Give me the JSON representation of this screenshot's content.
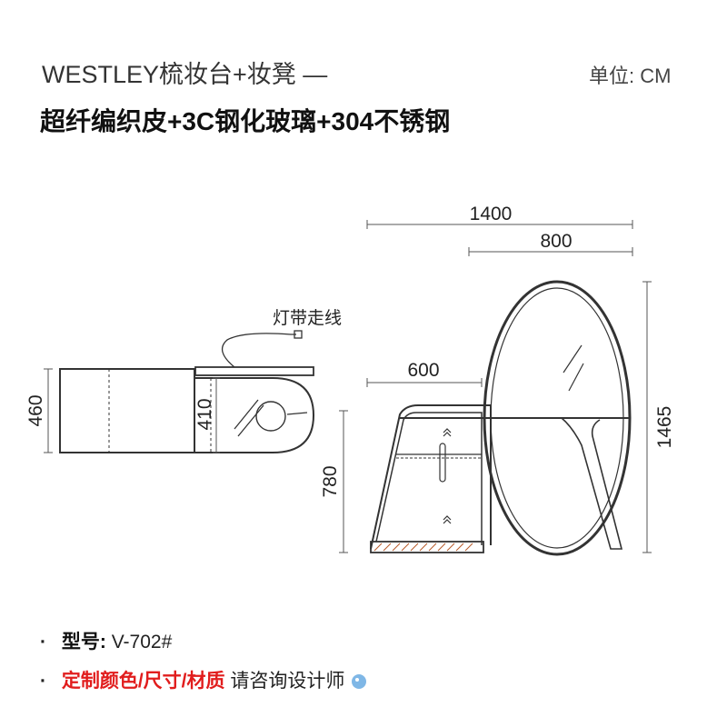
{
  "header": {
    "title": "WESTLEY梳妆台+妆凳 —",
    "unit": "单位: CM",
    "materials": "超纤编织皮+3C钢化玻璃+304不锈钢"
  },
  "dimensions": {
    "total_width": "1400",
    "mirror_width": "800",
    "desk_depth": "600",
    "total_height": "1465",
    "desk_height": "780",
    "stool_height": "460",
    "stool_inner_height": "410"
  },
  "annotations": {
    "light_wiring": "灯带走线"
  },
  "footer": {
    "bullet": "·",
    "model_label": "型号:",
    "model_value": "V-702#",
    "custom_highlight": "定制颜色/尺寸/材质",
    "custom_rest": "请咨询设计师",
    "custom_icon": "water-drop-emoji"
  },
  "colors": {
    "highlight": "#e11d1d",
    "line": "#333333"
  }
}
